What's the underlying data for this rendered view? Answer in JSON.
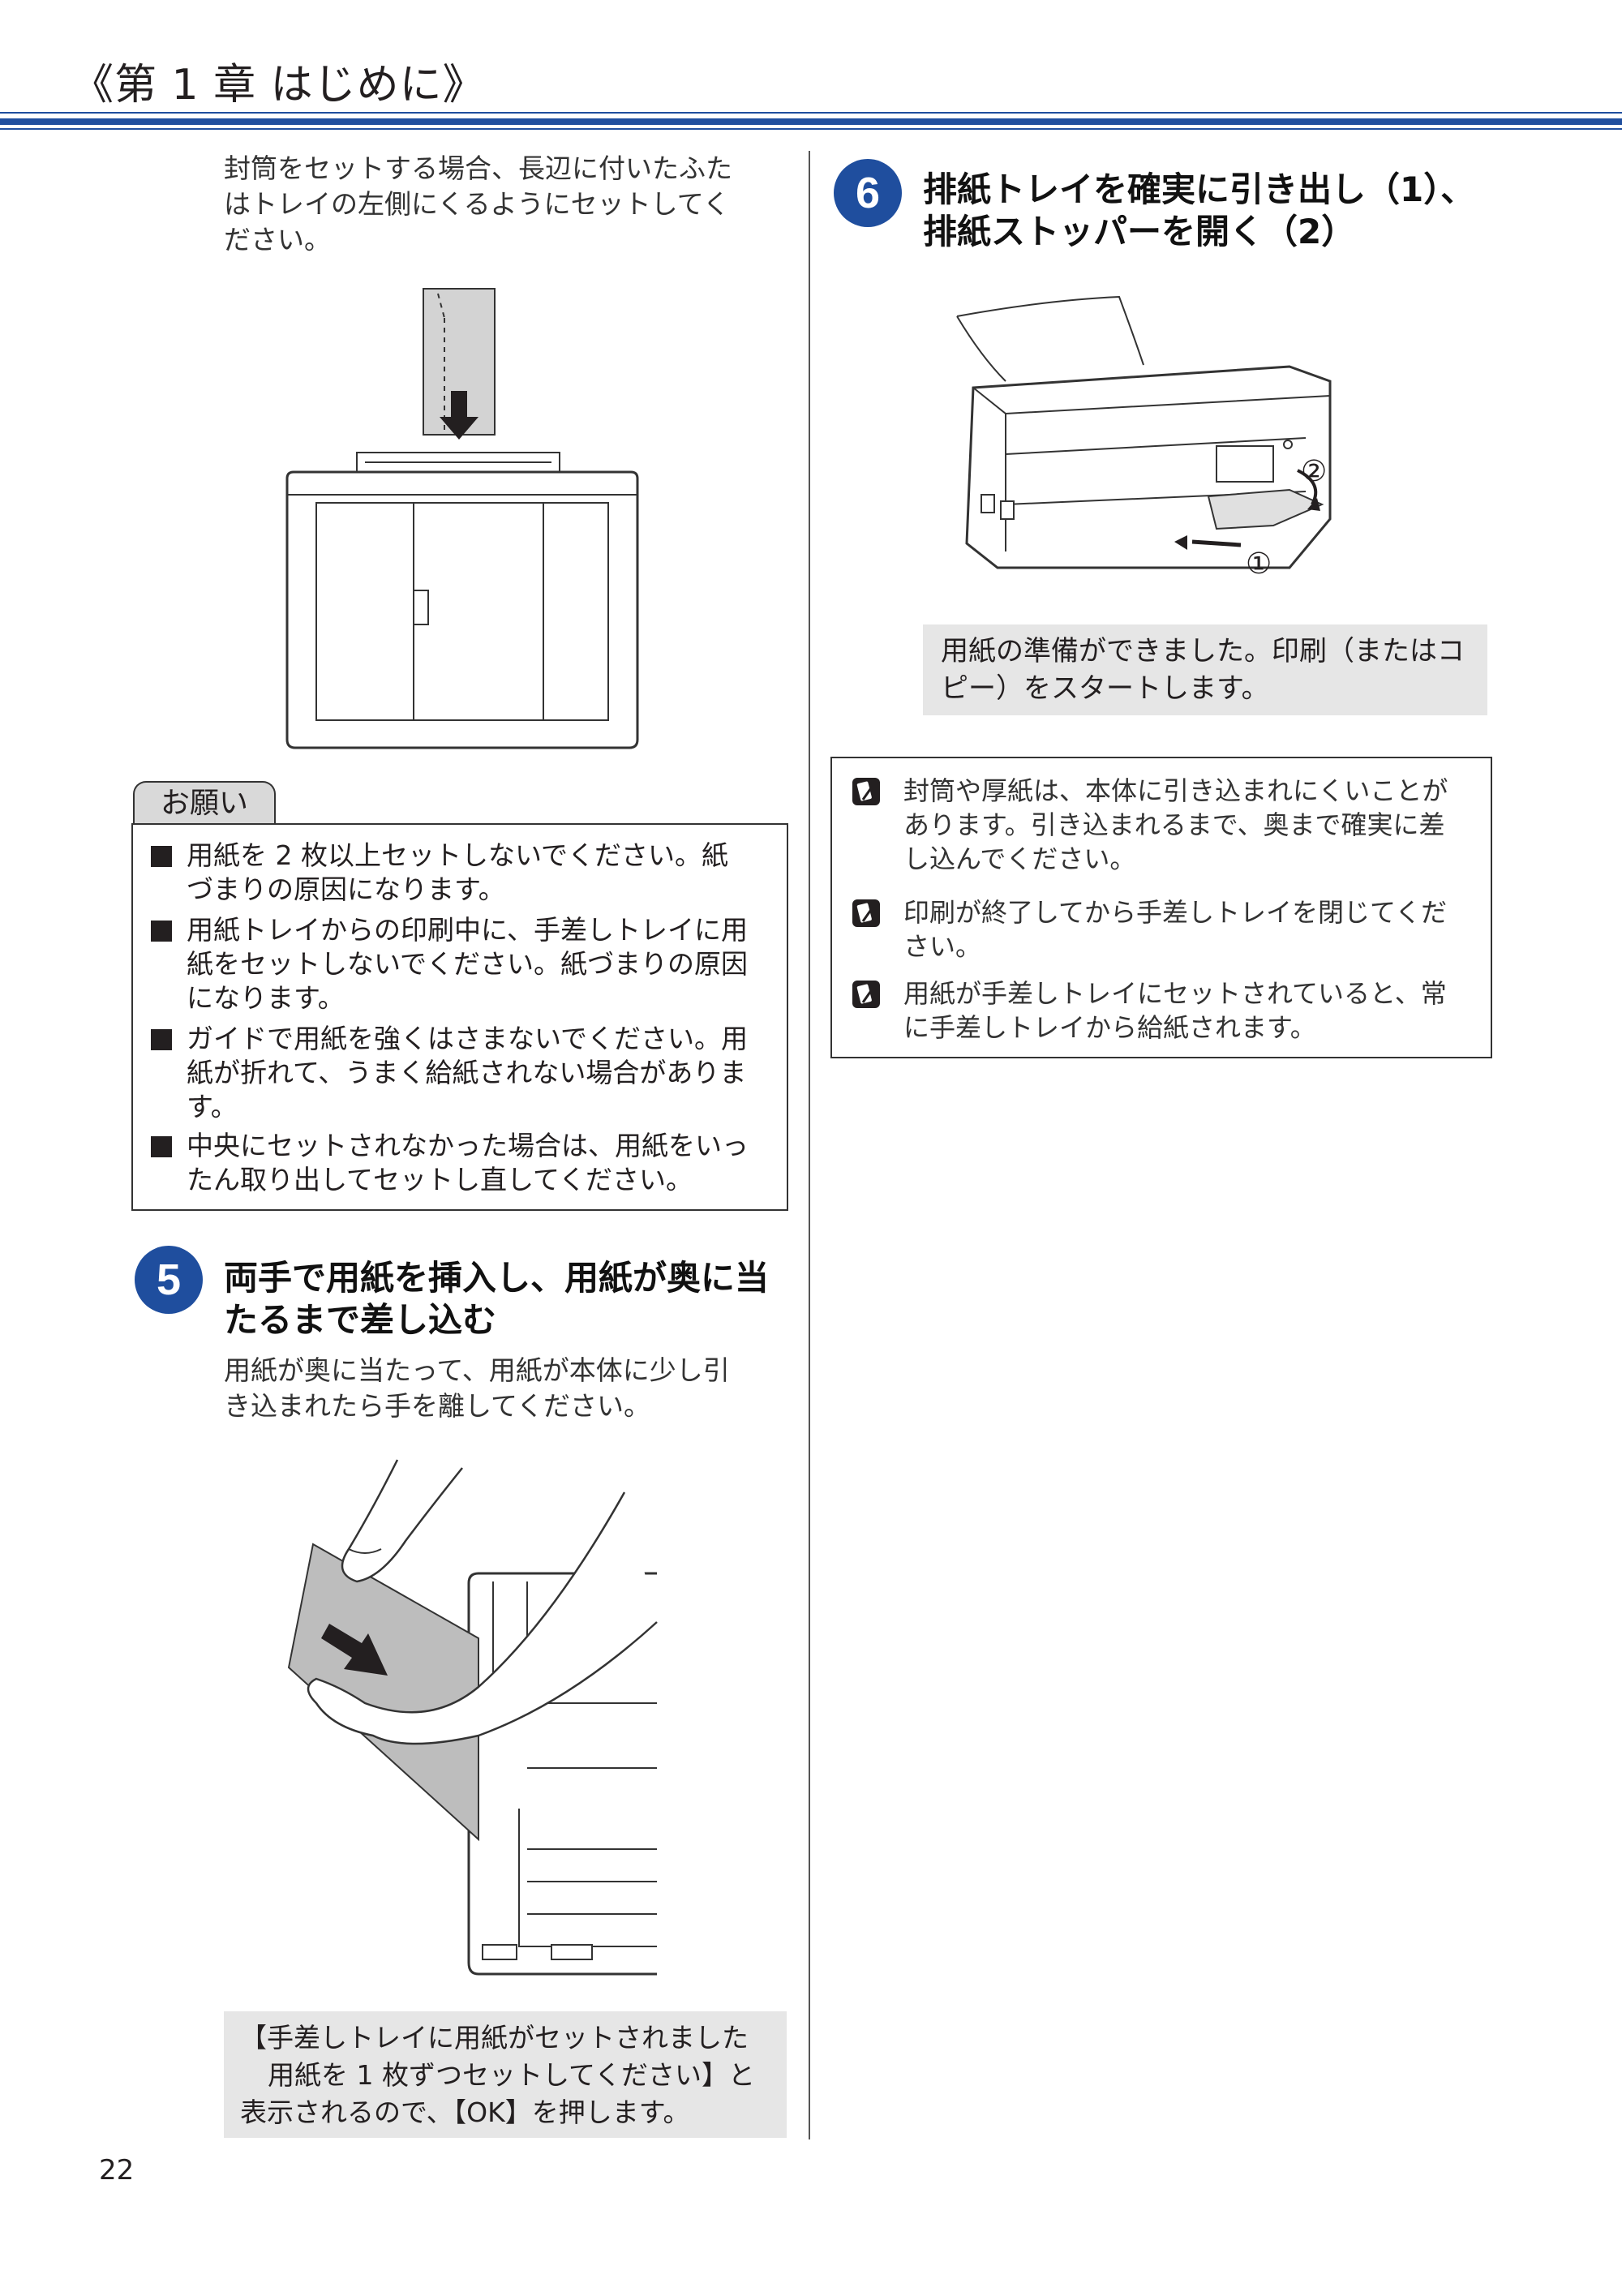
{
  "header": {
    "chapter_title": "《第 1 章 はじめに》"
  },
  "left_column": {
    "envelope_note": [
      "封筒をセットする場合、長辺に付いたふた",
      "はトレイの左側にくるようにセットしてく",
      "ださい。"
    ],
    "caution": {
      "label": "お願い",
      "items": [
        [
          "用紙を 2 枚以上セットしないでください。紙",
          "づまりの原因になります。"
        ],
        [
          "用紙トレイからの印刷中に、手差しトレイに用",
          "紙をセットしないでください。紙づまりの原因",
          "になります。"
        ],
        [
          "ガイドで用紙を強くはさまないでください。用",
          "紙が折れて、うまく給紙されない場合がありま",
          "す。"
        ],
        [
          "中央にセットされなかった場合は、用紙をいっ",
          "たん取り出してセットし直してください。"
        ]
      ]
    },
    "step5": {
      "number": "5",
      "heading": [
        "両手で用紙を挿入し、用紙が奥に当",
        "たるまで差し込む"
      ],
      "body": [
        "用紙が奥に当たって、用紙が本体に少し引",
        "き込まれたら手を離してください。"
      ],
      "message": [
        "【手差しトレイに用紙がセットされました",
        "用紙を 1 枚ずつセットしてください】と",
        "表示されるので、【OK】を押します。"
      ]
    }
  },
  "right_column": {
    "step6": {
      "number": "6",
      "heading": [
        "排紙トレイを確実に引き出し（1）、",
        "排紙ストッパーを開く（2）"
      ],
      "callout_1": "①",
      "callout_2": "②",
      "message": [
        "用紙の準備ができました。印刷（またはコ",
        "ピー）をスタートします。"
      ]
    },
    "notes": [
      [
        "封筒や厚紙は、本体に引き込まれにくいことが",
        "あります。引き込まれるまで、奥まで確実に差",
        "し込んでください。"
      ],
      [
        "印刷が終了してから手差しトレイを閉じてくだ",
        "さい。"
      ],
      [
        "用紙が手差しトレイにセットされていると、常",
        "に手差しトレイから給紙されます。"
      ]
    ]
  },
  "footer": {
    "page_number": "22"
  },
  "colors": {
    "header_blue": "#1f4e9e",
    "badge_blue": "#1f4e9e",
    "gray_box": "#e6e6e6",
    "caution_tab": "#d9d9d9"
  },
  "icons": [
    "note-pencil-icon"
  ]
}
